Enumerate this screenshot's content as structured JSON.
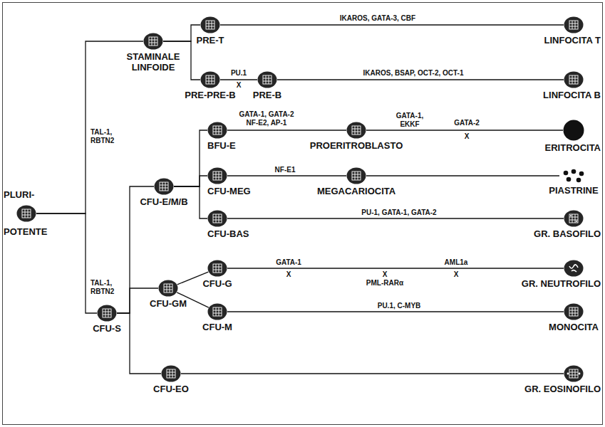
{
  "diagram": {
    "nodes": [
      {
        "text": [
          "PLURI- POTENTE"
        ]
      },
      {
        "text": [
          "STAMINALE LINFOIDE"
        ]
      },
      {
        "text": [
          "PRE-T"
        ]
      },
      {
        "text": [
          "PRE-PRE-B"
        ]
      },
      {
        "text": [
          "PRE-B"
        ]
      },
      {
        "text": [
          "LINFOCITA T"
        ]
      },
      {
        "text": [
          "LINFOCITA B"
        ]
      },
      {
        "text": [
          "CFU-S"
        ]
      },
      {
        "text": [
          "CFU-E/M/B"
        ]
      },
      {
        "text": [
          "BFU-E"
        ]
      },
      {
        "text": [
          "PROERITROBLASTO"
        ]
      },
      {
        "text": [
          "ERITROCITA"
        ]
      },
      {
        "text": [
          "CFU-MEG"
        ]
      },
      {
        "text": [
          "MEGACARIOCITA"
        ]
      },
      {
        "text": [
          "PIASTRINE"
        ]
      },
      {
        "text": [
          "CFU-BAS"
        ]
      },
      {
        "text": [
          "GR. BASOFILO"
        ]
      },
      {
        "text": [
          "CFU-GM"
        ]
      },
      {
        "text": [
          "CFU-G"
        ]
      },
      {
        "text": [
          "CFU-M"
        ]
      },
      {
        "text": [
          "GR. NEUTROFILO"
        ]
      },
      {
        "text": [
          "MONOCITA"
        ]
      },
      {
        "text": [
          "CFU-EO"
        ]
      },
      {
        "text": [
          "GR. EOSINOFILO"
        ]
      }
    ],
    "edges": [
      {
        "from": 0,
        "to": 1,
        "arrow": "none",
        "label": "TAL-1, RBTN2"
      },
      {
        "from": 0,
        "to": 7,
        "arrow": "none",
        "label": "TAL-1, RBTN2"
      },
      {
        "from": 1,
        "to": 2,
        "arrow": "none"
      },
      {
        "from": 1,
        "to": 3,
        "arrow": "none"
      },
      {
        "from": 2,
        "to": 5,
        "arrow": "none",
        "label": "IKAROS, GATA-3, CBF"
      },
      {
        "from": 3,
        "to": 4,
        "arrow": "none",
        "label": "PU.1"
      },
      {
        "from": 4,
        "to": 6,
        "arrow": "none",
        "label": "IKAROS, BSAP, OCT-2, OCT-1"
      },
      {
        "from": 7,
        "to": 8,
        "arrow": "none"
      },
      {
        "from": 7,
        "to": 17,
        "arrow": "none"
      },
      {
        "from": 7,
        "to": 22,
        "arrow": "none"
      },
      {
        "from": 8,
        "to": 9,
        "arrow": "none"
      },
      {
        "from": 8,
        "to": 12,
        "arrow": "none"
      },
      {
        "from": 8,
        "to": 15,
        "arrow": "none"
      },
      {
        "from": 9,
        "to": 10,
        "arrow": "none",
        "label": "GATA-1, GATA-2 NF-E2, AP-1"
      },
      {
        "from": 10,
        "to": 11,
        "arrow": "none",
        "label": "GATA-1, EKKF"
      },
      {
        "from": 12,
        "to": 13,
        "arrow": "none",
        "label": "NF-E1"
      },
      {
        "from": 13,
        "to": 14,
        "arrow": "none"
      },
      {
        "from": 15,
        "to": 16,
        "arrow": "none",
        "label": "PU-1, GATA-1, GATA-2"
      },
      {
        "from": 17,
        "to": 18,
        "arrow": "none"
      },
      {
        "from": 17,
        "to": 19,
        "arrow": "none"
      },
      {
        "from": 18,
        "to": 20,
        "arrow": "none",
        "label": "PML-RARα"
      },
      {
        "from": 19,
        "to": 21,
        "arrow": "none",
        "label": "PU.1, C-MYB"
      },
      {
        "from": 22,
        "to": 23,
        "arrow": "none"
      }
    ],
    "labels": [
      "X",
      "GATA-2",
      "X",
      "GATA-1",
      "X",
      "X",
      "AML1a",
      "X"
    ]
  }
}
